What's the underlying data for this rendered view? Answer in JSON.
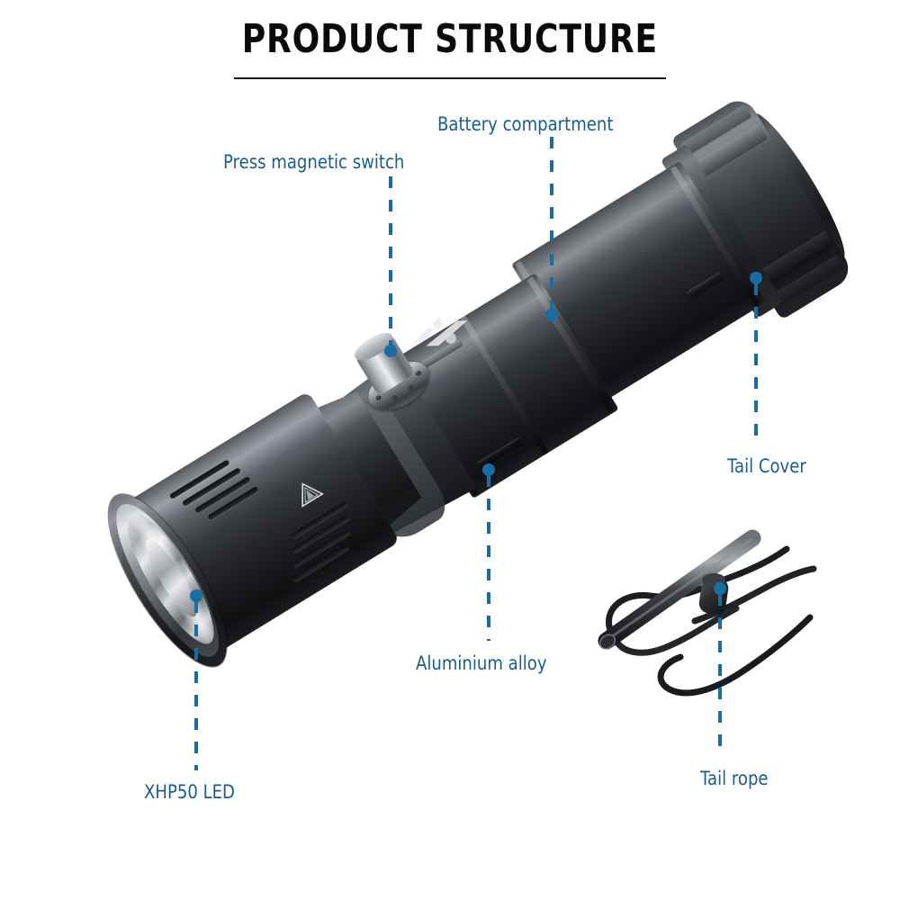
{
  "page": {
    "title": "PRODUCT STRUCTURE",
    "background": "#ffffff",
    "accent_blue": "#1b6ca0",
    "label_color": "#1a5c8c",
    "title_color": "#0a0a0a"
  },
  "callouts": [
    {
      "id": "press-magnetic-switch",
      "label": "Press magnetic switch"
    },
    {
      "id": "battery-compartment",
      "label": "Battery compartment"
    },
    {
      "id": "tail-cover",
      "label": "Tail Cover"
    },
    {
      "id": "aluminium-alloy",
      "label": "Aluminium alloy"
    },
    {
      "id": "xhp50-led",
      "label": "XHP50 LED"
    },
    {
      "id": "tail-rope",
      "label": "Tail rope"
    }
  ],
  "product": {
    "name": "diving-flashlight",
    "accessory": "lanyard-tail-rope"
  },
  "icons": {
    "warning_triangle": "warning-triangle-icon",
    "brand_mark": "brand-logo-icon"
  }
}
